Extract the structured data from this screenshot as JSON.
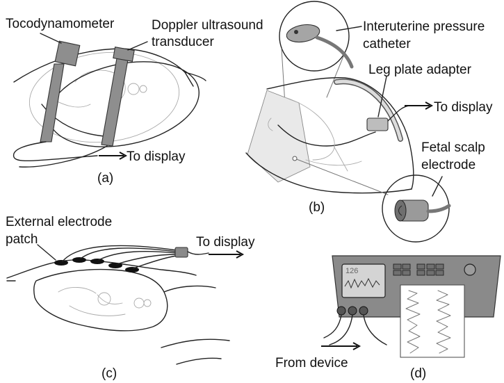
{
  "labels": {
    "tocodynamometer": "Tocodynamometer",
    "doppler_line1": "Doppler ultrasound",
    "doppler_line2": "transducer",
    "to_display_a": "To display",
    "caption_a": "(a)",
    "iup_line1": "Interuterine pressure",
    "iup_line2": "catheter",
    "leg_plate": "Leg plate adapter",
    "to_display_b": "To display",
    "scalp_line1": "Fetal scalp",
    "scalp_line2": "electrode",
    "caption_b": "(b)",
    "ext_line1": "External electrode",
    "ext_line2": "patch",
    "to_display_c": "To display",
    "caption_c": "(c)",
    "monitor_value": "126",
    "from_device": "From device",
    "caption_d": "(d)"
  },
  "colors": {
    "belt": "#8e8e8e",
    "monitor_body": "#8a8a8a",
    "screen": "#d4d4d4",
    "paper": "#ffffff"
  }
}
